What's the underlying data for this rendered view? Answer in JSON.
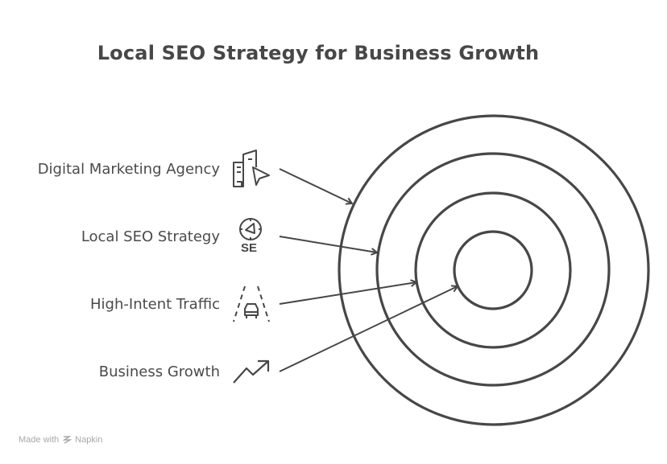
{
  "title": "Local SEO Strategy for Business Growth",
  "items": [
    {
      "label": "Digital Marketing Agency",
      "icon": "building-cursor-icon",
      "ring": 1
    },
    {
      "label": "Local SEO Strategy",
      "icon": "compass-se-icon",
      "icon_text": "SE",
      "ring": 2
    },
    {
      "label": "High-Intent Traffic",
      "icon": "road-car-icon",
      "ring": 3
    },
    {
      "label": "Business Growth",
      "icon": "trend-up-icon",
      "ring": 4
    }
  ],
  "target": {
    "rings": 4,
    "color": "#474747"
  },
  "footer": {
    "made_with": "Made with",
    "brand": "Napkin"
  }
}
